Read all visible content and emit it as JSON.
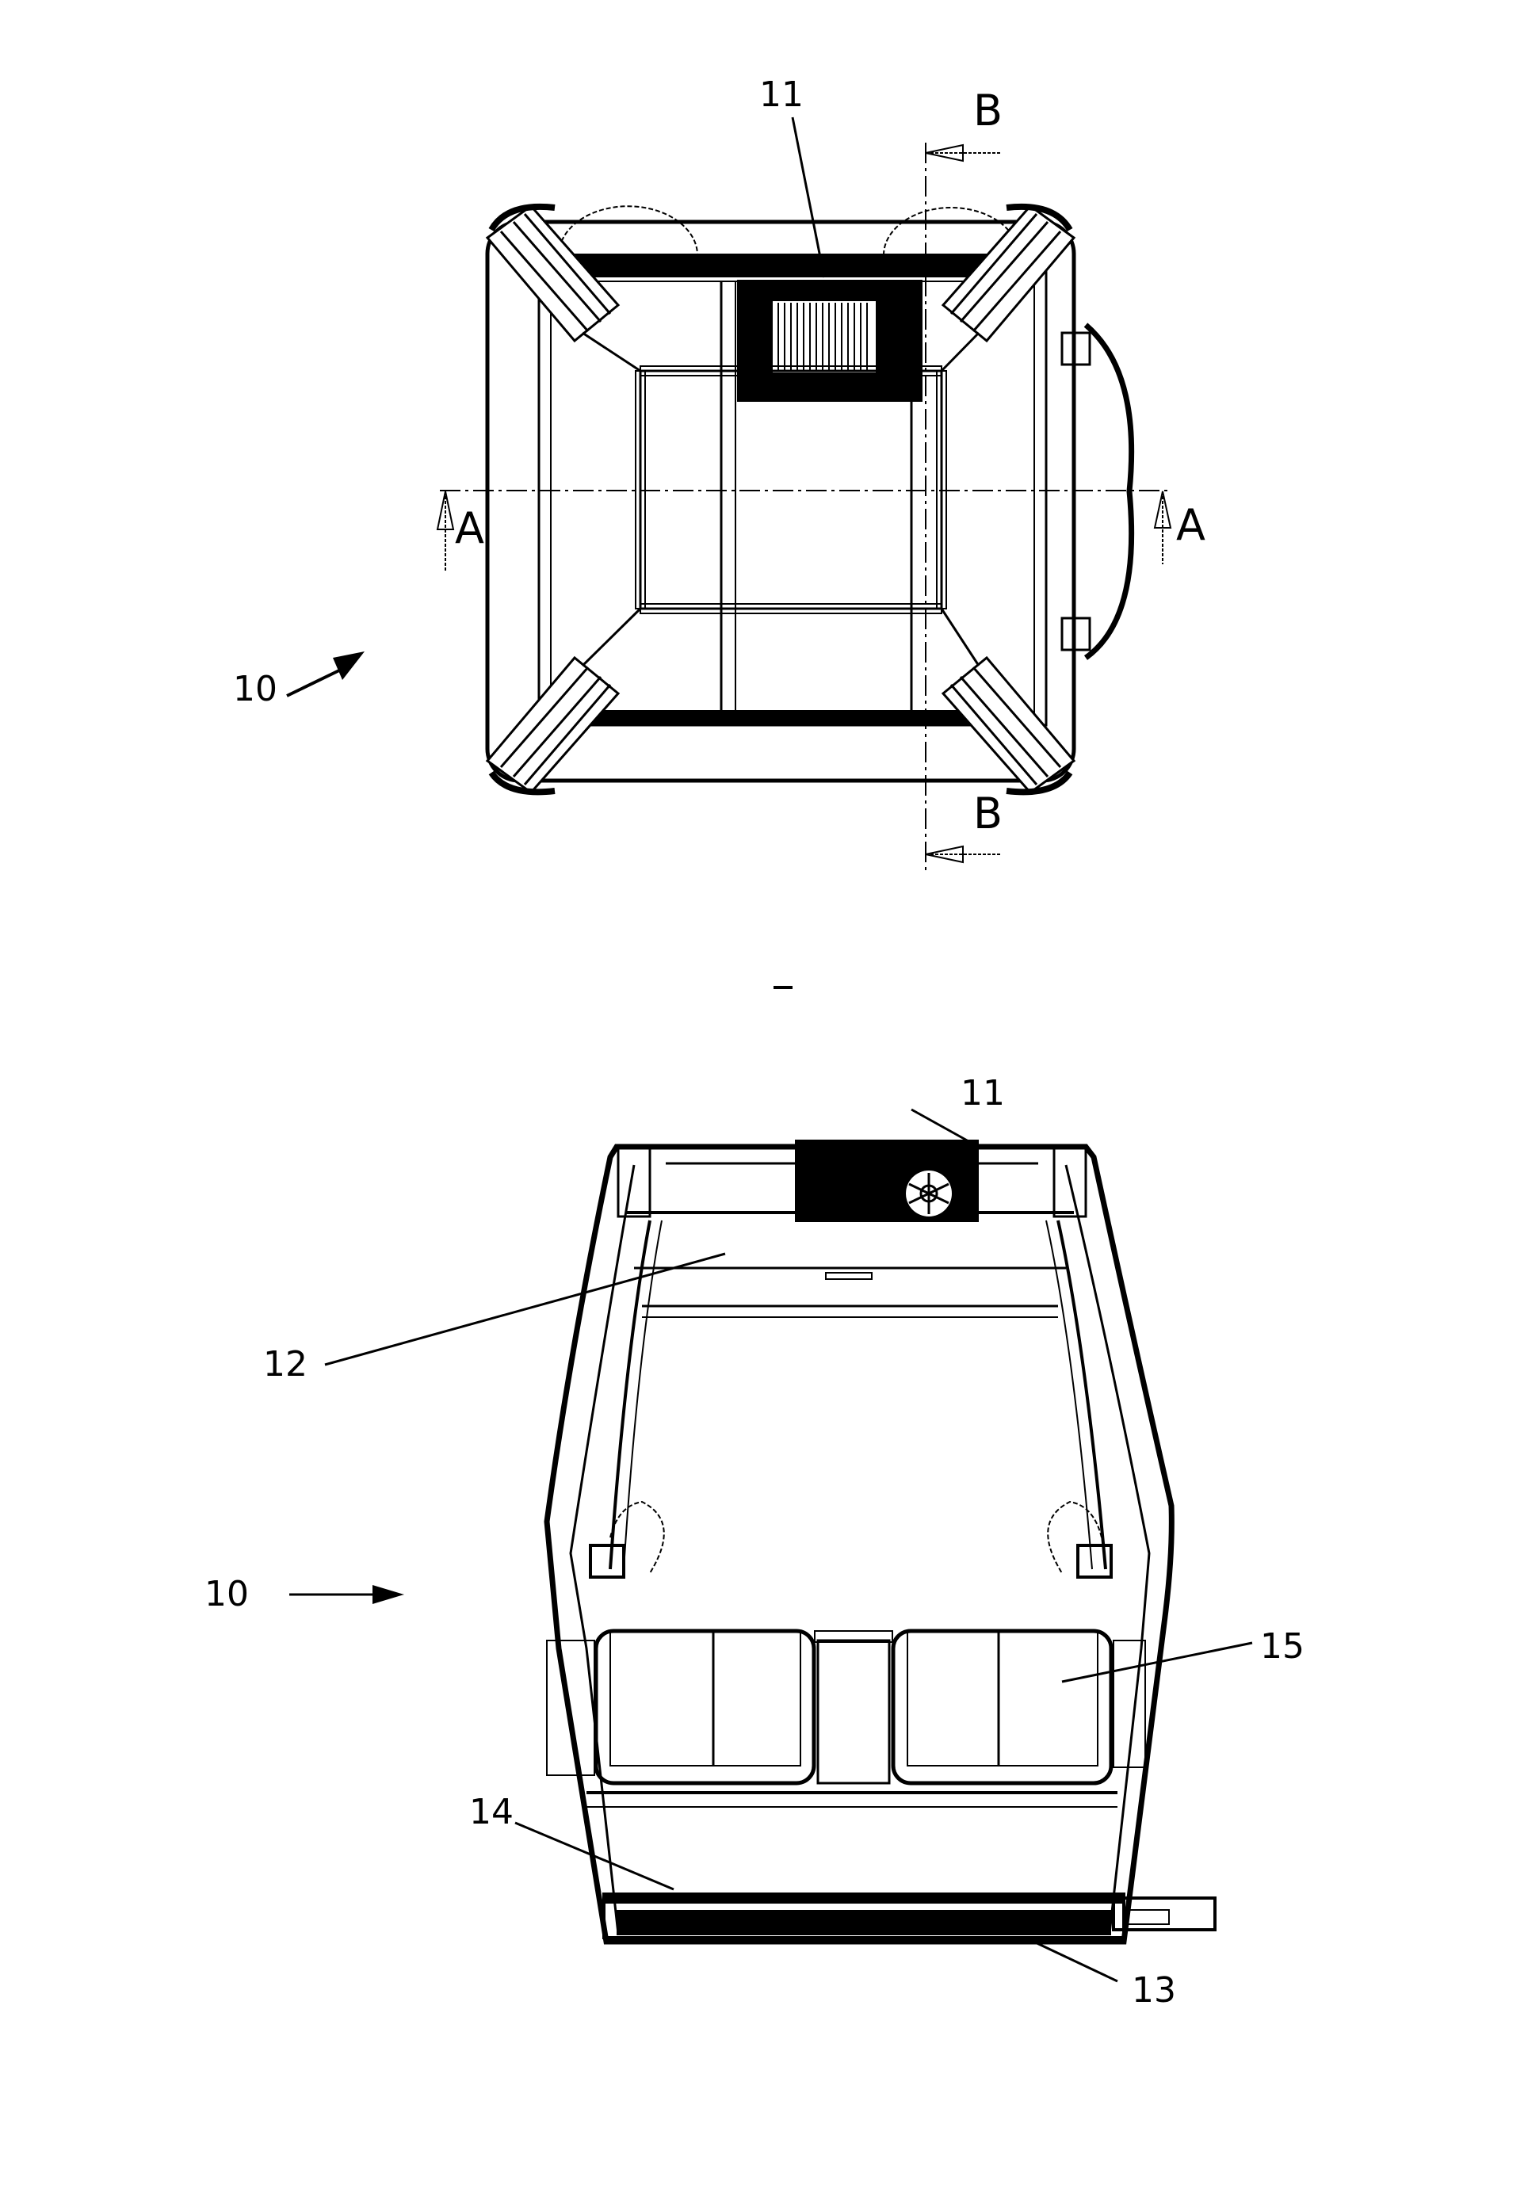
{
  "figures": [
    {
      "id": "top-view",
      "labels": {
        "ref_11": "11",
        "ref_10": "10",
        "section_a_left": "A",
        "section_a_right": "A",
        "section_b_top": "B",
        "section_b_bottom": "B"
      }
    },
    {
      "id": "section-view",
      "labels": {
        "ref_11": "11",
        "ref_12": "12",
        "ref_10": "10",
        "ref_15": "15",
        "ref_14": "14",
        "ref_13": "13"
      }
    }
  ],
  "separator_mark": "–",
  "colors": {
    "ink": "#000000",
    "paper": "#ffffff"
  }
}
